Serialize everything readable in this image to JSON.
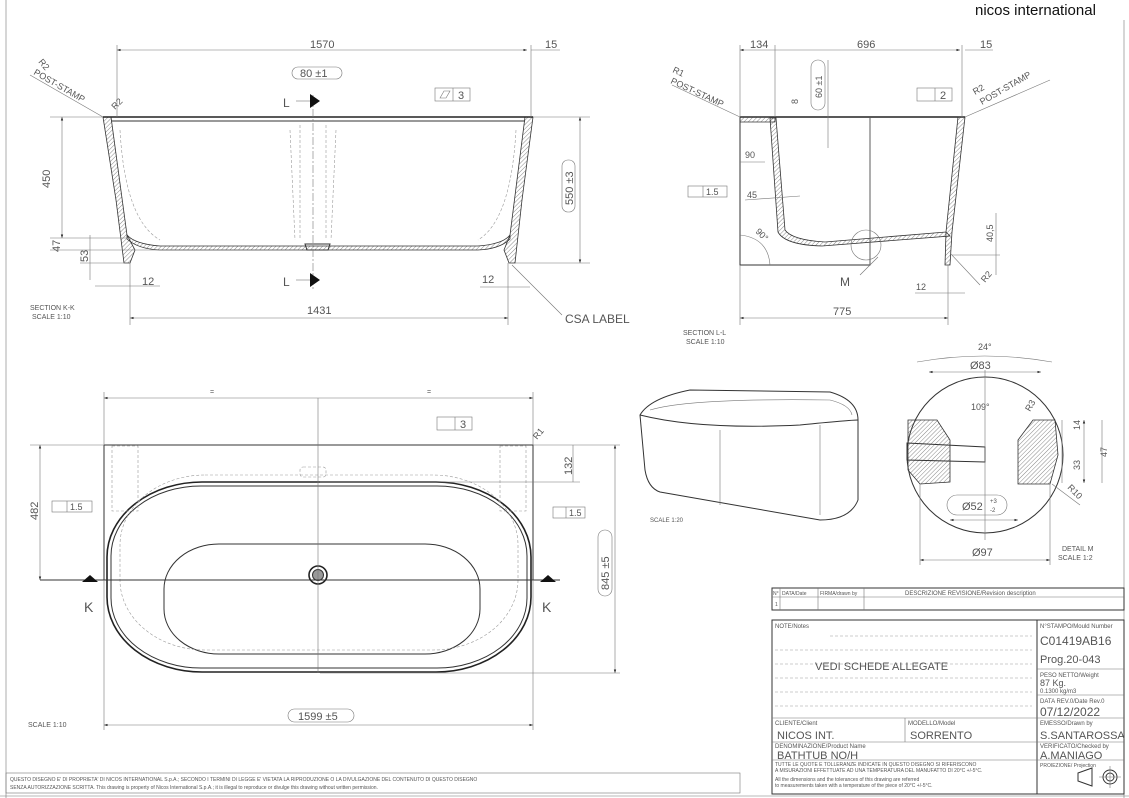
{
  "brand": "nicos international",
  "section_kk": {
    "title": "SECTION K-K",
    "scale": "SCALE 1:10",
    "dims": {
      "width": "1570",
      "overhang": "15",
      "drain": "80 ±1",
      "flatness": "3",
      "depth": "450",
      "d47": "47",
      "d53": "53",
      "left12": "12",
      "right12": "12",
      "base": "1431",
      "height": "550 ±3"
    },
    "notes": {
      "r2_left": "R2",
      "post_stamp": "POST-STAMP",
      "r2_inner": "R2",
      "csa": "CSA LABEL",
      "cut_l": "L"
    }
  },
  "section_ll": {
    "title": "SECTION L-L",
    "scale": "SCALE 1:10",
    "dims": {
      "d134": "134",
      "d696": "696",
      "d15": "15",
      "d60": "60 ±1",
      "d8": "8",
      "d90": "90",
      "flat": "1.5",
      "d45": "45",
      "angle": "90°",
      "d40": "40,5",
      "d12": "12",
      "d775": "775",
      "flat2": "2"
    },
    "notes": {
      "r1": "R1",
      "r2": "R2",
      "post_stamp": "POST-STAMP",
      "r2b": "R2",
      "m": "M"
    }
  },
  "perspective": {
    "scale": "SCALE 1:20"
  },
  "detail_m": {
    "title": "DETAIL M",
    "scale": "SCALE 1:2",
    "dims": {
      "angle24": "24°",
      "d83": "Ø83",
      "angle109": "109°",
      "r3": "R3",
      "d14": "14",
      "d33": "33",
      "d47": "47",
      "d52": "Ø52",
      "tol_plus": "+3",
      "tol_minus": "-2",
      "d97": "Ø97",
      "r10": "R10"
    }
  },
  "plan": {
    "scale": "SCALE 1:10",
    "dims": {
      "eq1": "=",
      "eq2": "=",
      "flat3": "3",
      "r1": "R1",
      "d132": "132",
      "d482": "482",
      "flat_l": "1.5",
      "flat_r": "1.5",
      "d845": "845 ±5",
      "d1599": "1599 ±5",
      "k": "K"
    }
  },
  "revision": {
    "headers": [
      "N°",
      "DATA/Date",
      "FIRMA/drawn by",
      "DESCRIZIONE REVISIONE/Revision description"
    ],
    "row_no": "1"
  },
  "title_block": {
    "notes_label": "NOTE/Notes",
    "notes_value": "VEDI SCHEDE ALLEGATE",
    "mould_label": "N°STAMPO/Mould Number",
    "mould_value": "C01419AB16",
    "prog": "Prog.20-043",
    "weight_label": "PESO NETTO/Weight",
    "weight_value": "87 Kg.",
    "density": "0.1300 kg/m3",
    "date_label": "DATA REV.0/Date Rev.0",
    "date_value": "07/12/2022",
    "client_label": "CLIENTE/Client",
    "client_value": "NICOS INT.",
    "model_label": "MODELLO/Model",
    "model_value": "SORRENTO",
    "drawn_label": "EMESSO/Drawn by",
    "drawn_value": "S.SANTAROSSA",
    "product_label": "DENOMINAZIONE/Product Name",
    "product_value": "BATHTUB NO/H",
    "checked_label": "VERIFICATO/Checked by",
    "checked_value": "A.MANIAGO",
    "tol_it_1": "TUTTE LE QUOTE E TOLLERANZE INDICATE IN QUESTO DISEGNO SI RIFERISCONO",
    "tol_it_2": "A MISURAZIONI EFFETTUATE AD UNA TEMPERATURA DEL MANUFATTO DI 20°C +/-5°C.",
    "tol_en_1": "All the dimensions and the tolerances of this drawing are referred",
    "tol_en_2": "to measurements taken with a temperature of the piece of 20°C +/-5°C.",
    "projection_label": "PROIEZIONE/ Projection"
  },
  "disclaimer": {
    "line1": "QUESTO DISEGNO E' DI PROPRIETA' DI NICOS INTERNATIONAL S.p.A.; SECONDO I TERMINI DI LEGGE E' VIETATA LA RIPRODUZIONE O LA DIVULGAZIONE DEL CONTENUTO DI QUESTO DISEGNO",
    "line2": "SENZA AUTORIZZAZIONE SCRITTA. This drawing is property of Nicos International S.p.A.; it is illegal to reproduce or divulge this drawing without written permission."
  }
}
